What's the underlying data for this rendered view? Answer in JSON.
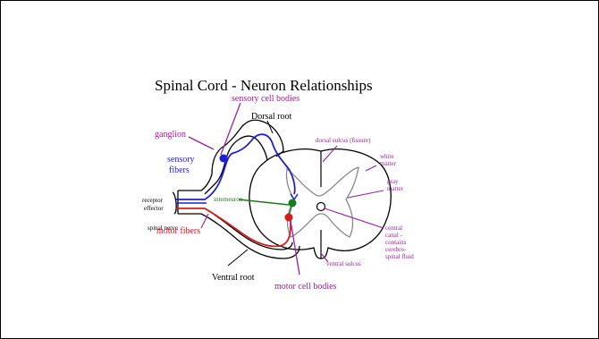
{
  "title": "Spinal Cord - Neuron Relationships",
  "labels": {
    "sensory_cell_bodies": "sensory cell bodies",
    "dorsal_root": "Dorsal root",
    "ganglion": "ganglion",
    "sensory_fibers_1": "sensory",
    "sensory_fibers_2": "fibers",
    "receptor": "receptor",
    "effector": "effector",
    "spinal_nerve": "spinal nerve",
    "interneuron": "interneuron",
    "motor_fibers": "motor fibers",
    "ventral_root": "Ventral root",
    "motor_cell_bodies": "motor cell bodies",
    "dorsal_sulcus": "dorsal sulcus (fissure)",
    "white_matter_1": "white",
    "white_matter_2": "matter",
    "gray_matter_1": "gray",
    "gray_matter_2": "matter",
    "central_canal_1": "central",
    "central_canal_2": "canal -",
    "central_canal_3": "contains",
    "central_canal_4": "cerebro-",
    "central_canal_5": "spinal fluid",
    "ventral_sulcus": "ventral sulcus"
  },
  "colors": {
    "sensory": "#1f1fd1",
    "motor": "#d61c1c",
    "interneuron": "#1a7a1a",
    "label_purple": "#9b1f9b",
    "outline": "#000000",
    "gray_matter": "#8a8a8a"
  }
}
